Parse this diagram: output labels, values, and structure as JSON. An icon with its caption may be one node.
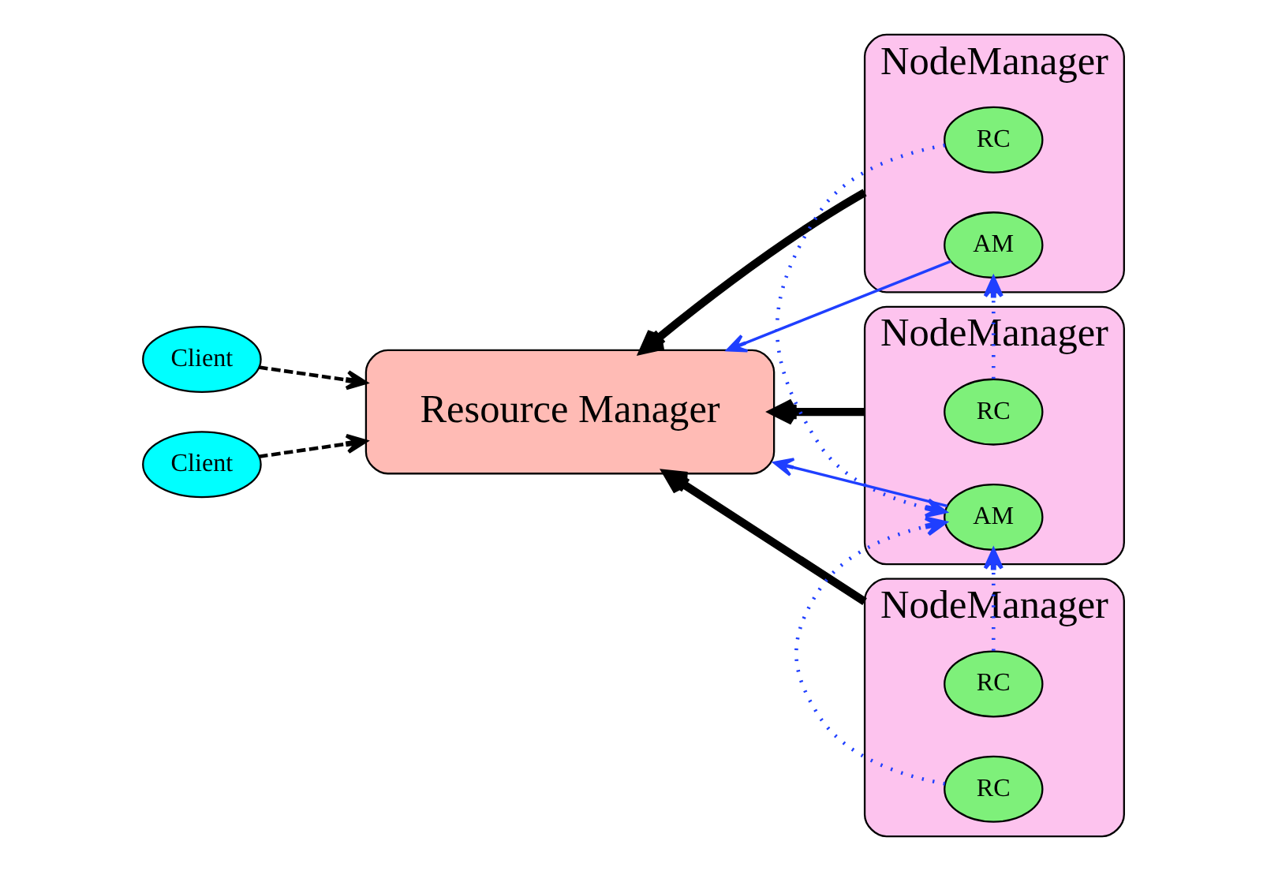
{
  "diagram": {
    "nodes": [
      {
        "text": [
          "Client"
        ]
      },
      {
        "text": [
          "Client"
        ]
      },
      {
        "text": [
          "Resource Manager"
        ]
      },
      {
        "text": [
          "NodeManager"
        ]
      },
      {
        "text": [
          "RC"
        ],
        "in": 3
      },
      {
        "text": [
          "AM"
        ],
        "in": 3
      },
      {
        "text": [
          "NodeManager"
        ]
      },
      {
        "text": [
          "RC"
        ],
        "in": 6
      },
      {
        "text": [
          "AM"
        ],
        "in": 6
      },
      {
        "text": [
          "NodeManager"
        ]
      },
      {
        "text": [
          "RC"
        ],
        "in": 9
      },
      {
        "text": [
          "RC"
        ],
        "in": 9
      }
    ],
    "edges": [
      {
        "from": 0,
        "to": 2,
        "arrow": "to",
        "style": "dashed",
        "color": "#000000"
      },
      {
        "from": 1,
        "to": 2,
        "arrow": "to",
        "style": "dashed",
        "color": "#000000"
      },
      {
        "from": 3,
        "to": 2,
        "arrow": "to",
        "style": "thick",
        "color": "#000000"
      },
      {
        "from": 6,
        "to": 2,
        "arrow": "to",
        "style": "thick",
        "color": "#000000"
      },
      {
        "from": 9,
        "to": 2,
        "arrow": "to",
        "style": "thick",
        "color": "#000000"
      },
      {
        "from": 5,
        "to": 2,
        "arrow": "to"
      },
      {
        "from": 8,
        "to": 2,
        "arrow": "to"
      },
      {
        "from": 4,
        "to": 8,
        "arrow": "to",
        "style": "dashed"
      },
      {
        "from": 7,
        "to": 5,
        "arrow": "to",
        "style": "dashed"
      },
      {
        "from": 10,
        "to": 8,
        "arrow": "to",
        "style": "dashed"
      },
      {
        "from": 11,
        "to": 8,
        "arrow": "to",
        "style": "dashed"
      }
    ]
  }
}
